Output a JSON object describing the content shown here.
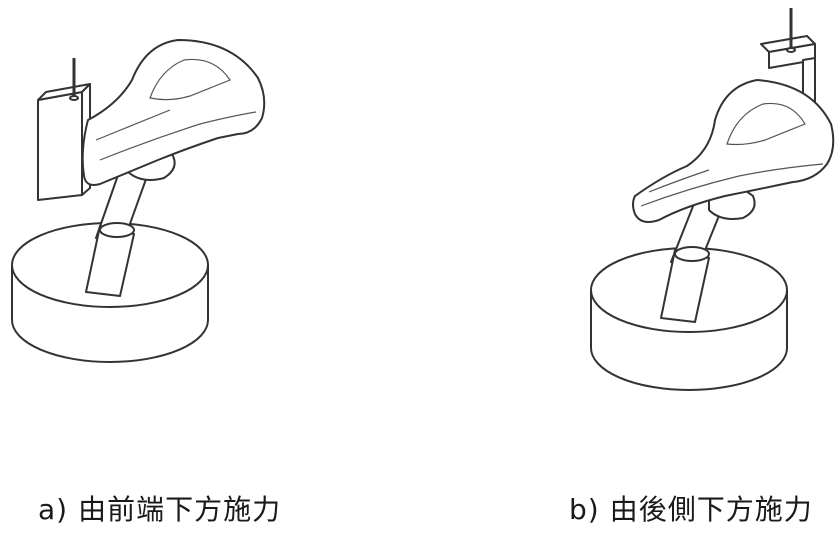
{
  "figures": [
    {
      "marker": "a)",
      "caption": "由前端下方施力"
    },
    {
      "marker": "b)",
      "caption": "由後側下方施力"
    }
  ]
}
